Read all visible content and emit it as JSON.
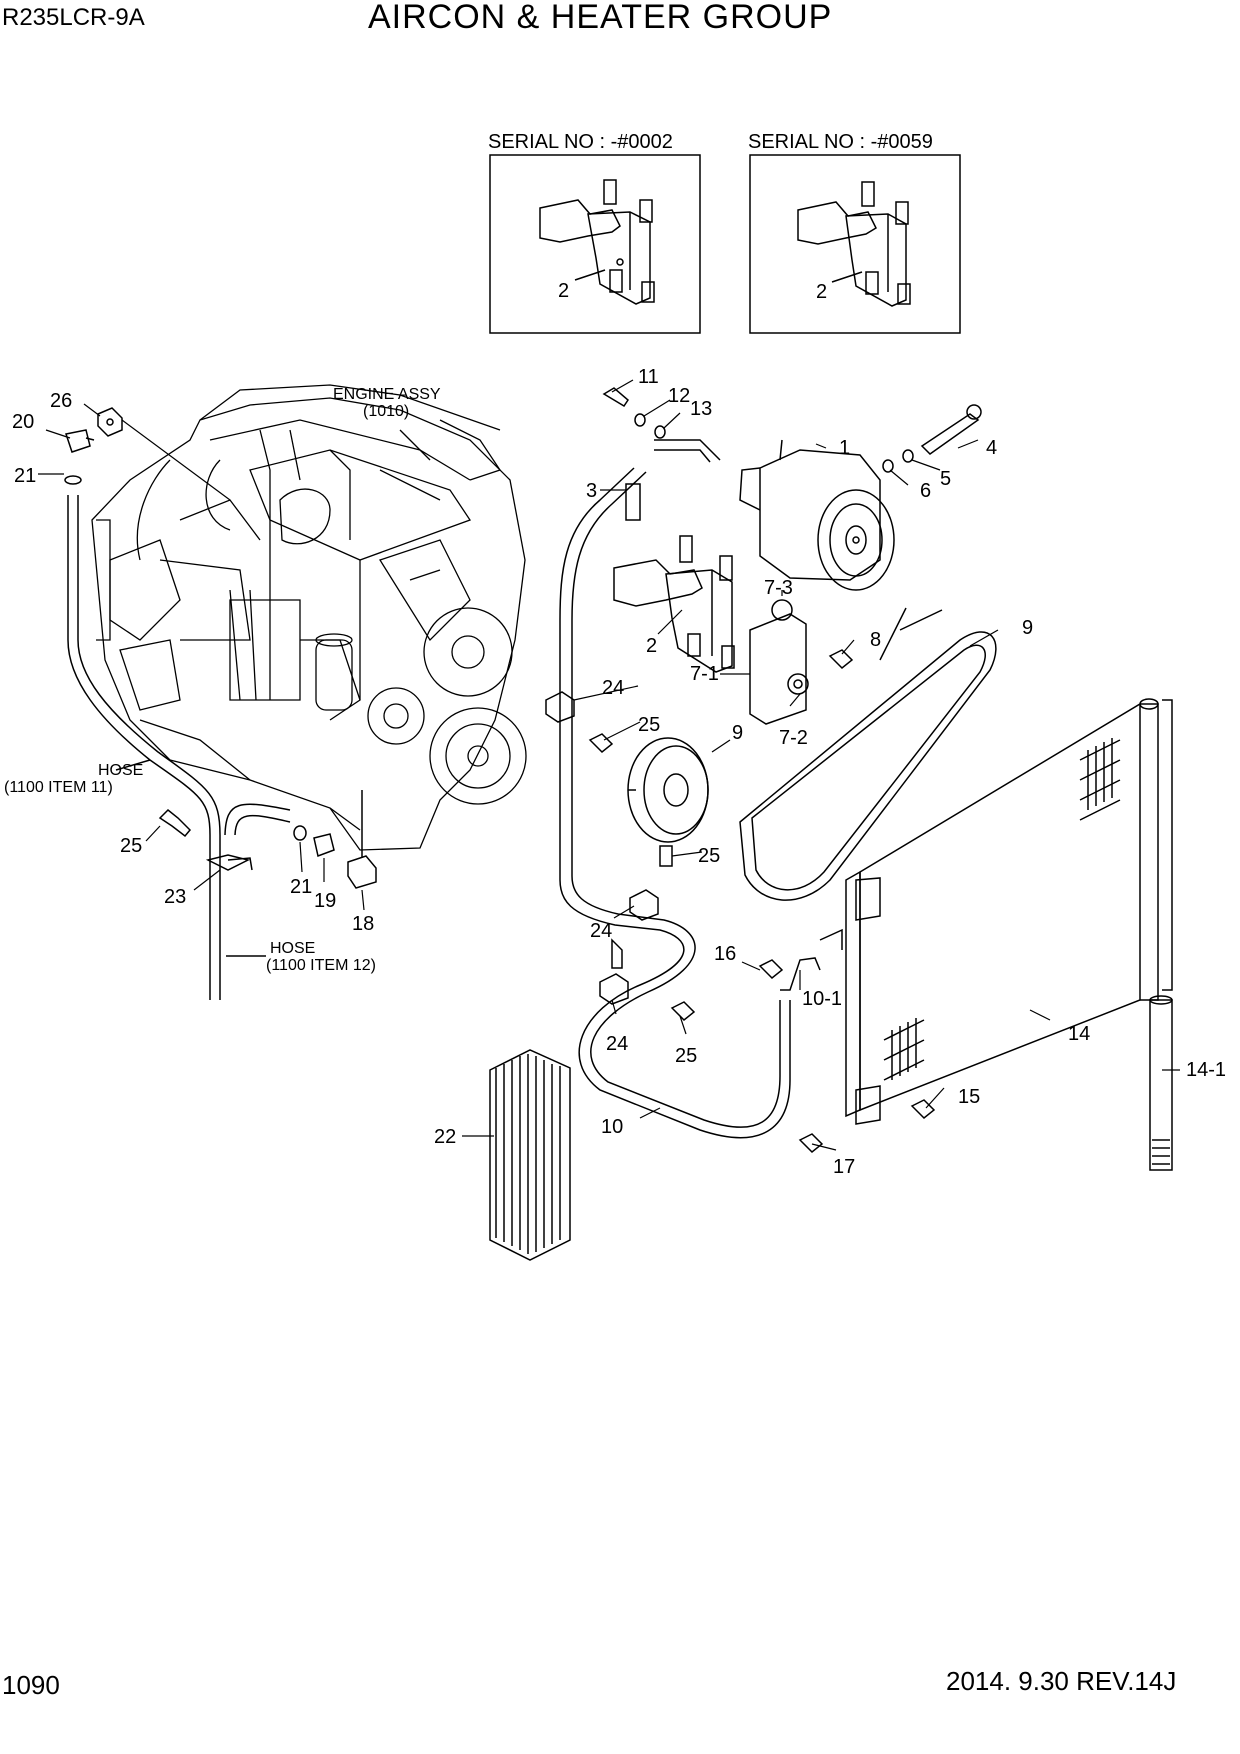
{
  "header": {
    "model": "R235LCR-9A",
    "title": "AIRCON & HEATER GROUP"
  },
  "footer": {
    "page_number": "1090",
    "revision": "2014. 9.30  REV.14J"
  },
  "insets": [
    {
      "heading": "SERIAL NO : -#0002",
      "callout": "2"
    },
    {
      "heading": "SERIAL NO : -#0059",
      "callout": "2"
    }
  ],
  "notes": {
    "engine_assy": "ENGINE ASSY",
    "engine_ref": "(1010)",
    "hose_a": "HOSE",
    "hose_a_ref": "(1100 ITEM 11)",
    "hose_b": "HOSE",
    "hose_b_ref": "(1100 ITEM 12)"
  },
  "callouts": {
    "c1": "1",
    "c2": "2",
    "c3": "3",
    "c4": "4",
    "c5": "5",
    "c6": "6",
    "c7_1": "7-1",
    "c7_2": "7-2",
    "c7_3": "7-3",
    "c8": "8",
    "c9a": "9",
    "c9b": "9",
    "c10": "10",
    "c10_1": "10-1",
    "c11": "11",
    "c12": "12",
    "c13": "13",
    "c14": "14",
    "c14_1": "14-1",
    "c15": "15",
    "c16": "16",
    "c17": "17",
    "c18": "18",
    "c19": "19",
    "c20": "20",
    "c21a": "21",
    "c21b": "21",
    "c22": "22",
    "c23": "23",
    "c24a": "24",
    "c24b": "24",
    "c24c": "24",
    "c25a": "25",
    "c25b": "25",
    "c25c": "25",
    "c25d": "25",
    "c26": "26"
  }
}
